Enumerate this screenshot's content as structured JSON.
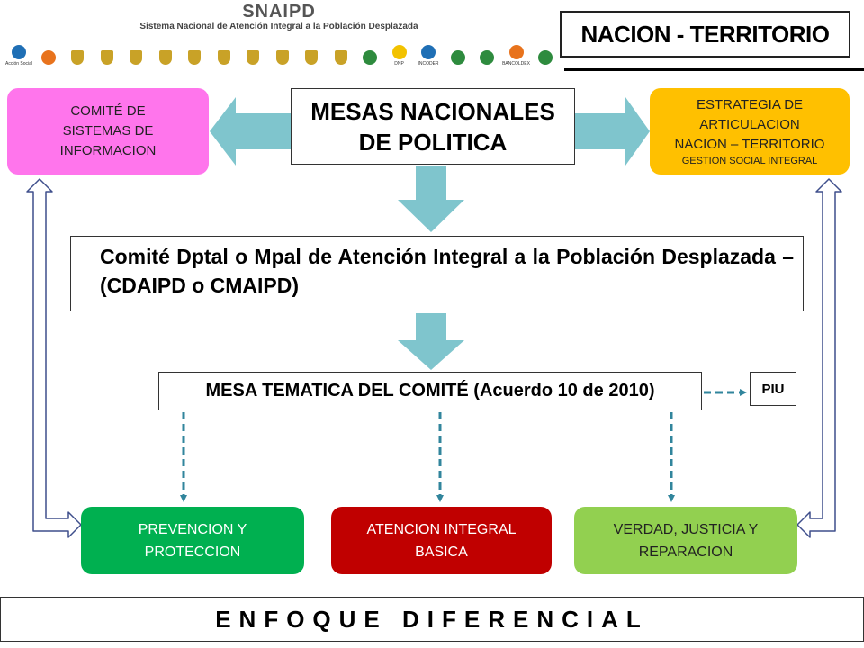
{
  "header": {
    "title": "SNAIPD",
    "subtitle": "Sistema Nacional de Atención Integral a la Población Desplazada",
    "logos": [
      {
        "icon": "accion-social-logo",
        "caption": "Acción Social",
        "color": "#1f6fb5"
      },
      {
        "icon": "swirl-logo",
        "caption": "",
        "color": "#e8731d"
      },
      {
        "icon": "colombia-shield-logo",
        "caption": "",
        "color": "#c9a227"
      },
      {
        "icon": "colombia-shield-logo",
        "caption": "",
        "color": "#c9a227"
      },
      {
        "icon": "colombia-shield-logo",
        "caption": "",
        "color": "#c9a227"
      },
      {
        "icon": "colombia-shield-logo",
        "caption": "",
        "color": "#c9a227"
      },
      {
        "icon": "colombia-shield-logo",
        "caption": "",
        "color": "#c9a227"
      },
      {
        "icon": "colombia-shield-logo",
        "caption": "",
        "color": "#c9a227"
      },
      {
        "icon": "colombia-shield-logo",
        "caption": "",
        "color": "#c9a227"
      },
      {
        "icon": "colombia-shield-logo",
        "caption": "",
        "color": "#c9a227"
      },
      {
        "icon": "colombia-shield-logo",
        "caption": "",
        "color": "#c9a227"
      },
      {
        "icon": "colombia-shield-logo",
        "caption": "",
        "color": "#c9a227"
      },
      {
        "icon": "sena-logo",
        "caption": "",
        "color": "#2e8b3e"
      },
      {
        "icon": "dnp-logo",
        "caption": "DNP",
        "color": "#f2c200"
      },
      {
        "icon": "incoder-logo",
        "caption": "INCODER",
        "color": "#1f6fb5"
      },
      {
        "icon": "bienestar-familiar-logo",
        "caption": "",
        "color": "#2e8b3e"
      },
      {
        "icon": "sena-logo",
        "caption": "",
        "color": "#2e8b3e"
      },
      {
        "icon": "bancoldex-logo",
        "caption": "BANCOLDEX",
        "color": "#e8731d"
      },
      {
        "icon": "banagrario-logo",
        "caption": "",
        "color": "#2e8b3e"
      }
    ],
    "nacion_territorio": "NACION - TERRITORIO"
  },
  "boxes": {
    "comite_sistemas": [
      "COMITÉ DE",
      "SISTEMAS DE",
      "INFORMACION"
    ],
    "mesas_nacionales": [
      "MESAS NACIONALES",
      "DE POLITICA"
    ],
    "estrategia": [
      "ESTRATEGIA DE",
      "ARTICULACION",
      "NACION – TERRITORIO"
    ],
    "estrategia_small": "GESTION SOCIAL INTEGRAL",
    "comite_dptal": "Comité Dptal o Mpal de Atención Integral a la Población Desplazada – (CDAIPD o CMAIPD)",
    "mesa_tematica": "MESA TEMATICA DEL COMITÉ (Acuerdo 10 de 2010)",
    "piu": "PIU",
    "prevencion": [
      "PREVENCION Y",
      "PROTECCION"
    ],
    "atencion": [
      "ATENCION INTEGRAL",
      "BASICA"
    ],
    "verdad": [
      "VERDAD, JUSTICIA Y",
      "REPARACION"
    ],
    "enfoque": "ENFOQUE DIFERENCIAL"
  },
  "colors": {
    "arrow_teal": "#7fc5cd",
    "dashed": "#31859c",
    "outline_arrow": "#3f4f8c",
    "pink": "#ff75ec",
    "yellow": "#ffc000",
    "green": "#00b050",
    "red": "#c00000",
    "light_green": "#92d050"
  }
}
